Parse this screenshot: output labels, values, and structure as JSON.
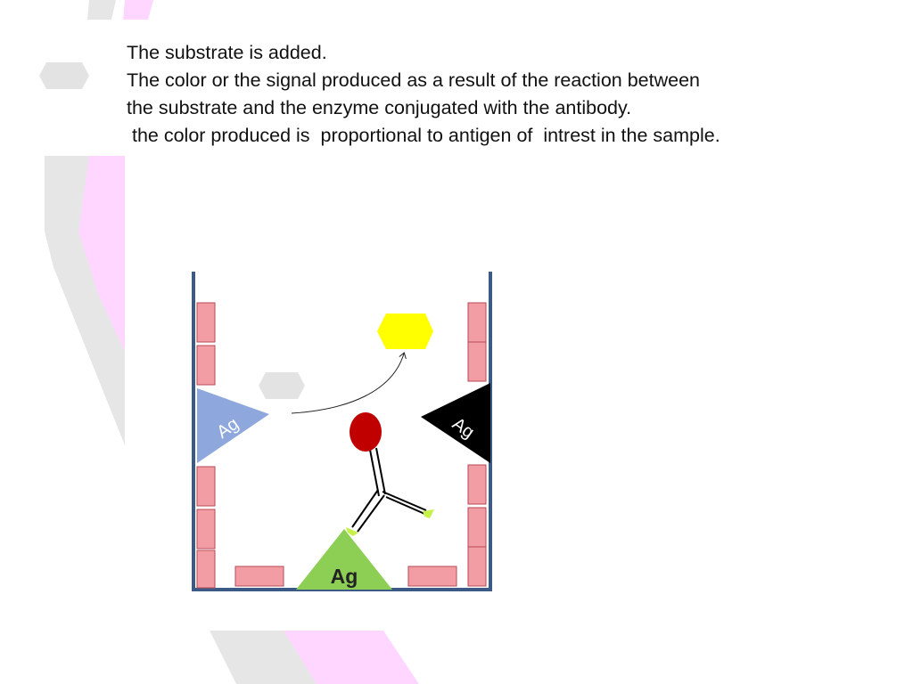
{
  "slide": {
    "lines": [
      "The substrate is added.",
      "The color or the signal produced as a result of the reaction between",
      "the substrate and the enzyme conjugated with the antibody.",
      " the color produced is  proportional to antigen of  intrest in the sample."
    ]
  },
  "diagram": {
    "antigen_left_label": "Ag",
    "antigen_right_label": "Ag",
    "antigen_bottom_label": "Ag",
    "colors": {
      "well_border": "#3b5a86",
      "coating_block": "#f19da3",
      "coating_block_border": "#b94a55",
      "antigen_left": "#8ea7dd",
      "antigen_right": "#000000",
      "antigen_bottom": "#8dce55",
      "enzyme": "#c00000",
      "product": "#ffff00",
      "antibody_tips": "#c6f04a",
      "background_gray": "#e2e2e2",
      "background_pink": "#ffccff"
    }
  }
}
